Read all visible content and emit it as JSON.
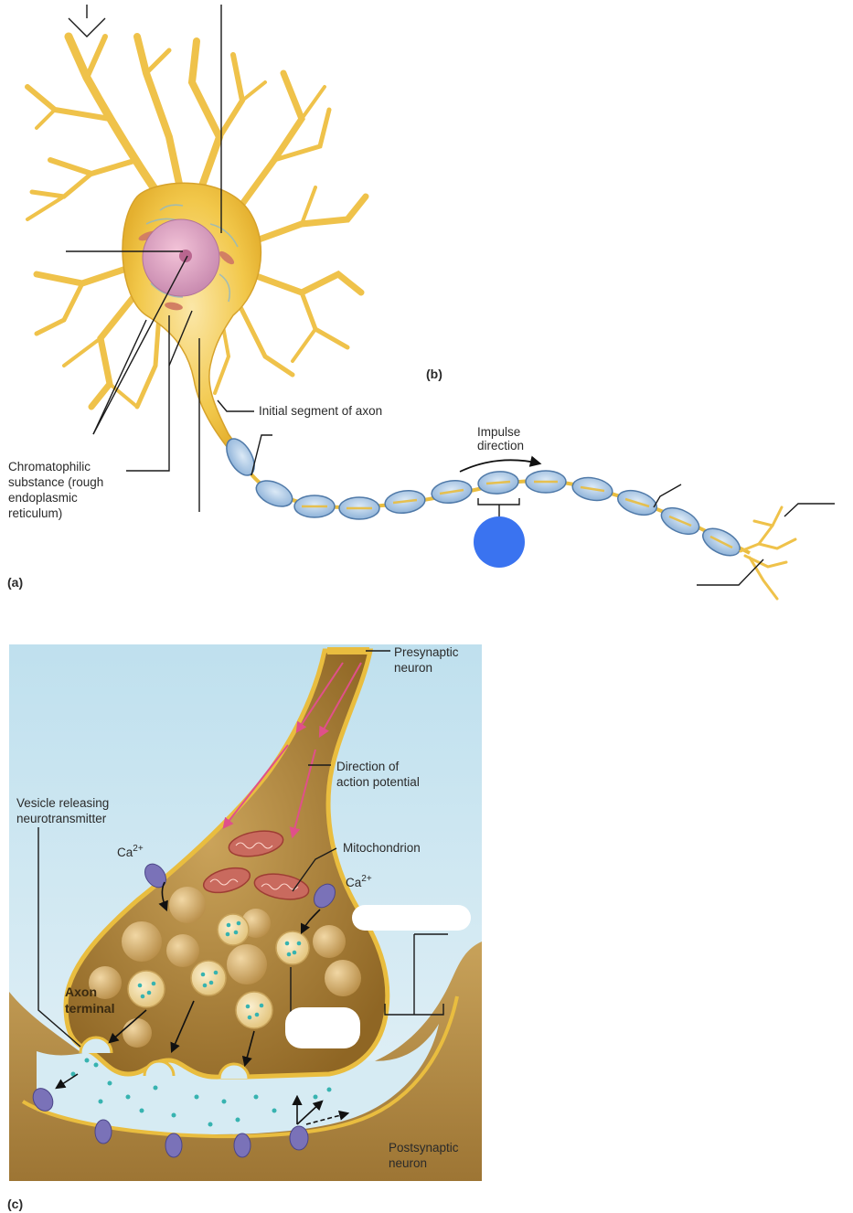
{
  "panel_labels": {
    "a": "(a)",
    "b": "(b)",
    "c": "(c)"
  },
  "labels": {
    "initial_segment": "Initial segment of axon",
    "impulse_line1": "Impulse",
    "impulse_line2": "direction",
    "chromatophilic_1": "Chromatophilic",
    "chromatophilic_2": "substance (rough",
    "chromatophilic_3": "endoplasmic",
    "chromatophilic_4": "reticulum)",
    "presynaptic_1": "Presynaptic",
    "presynaptic_2": "neuron",
    "direction_ap_1": "Direction of",
    "direction_ap_2": "action potential",
    "vesicle_1": "Vesicle releasing",
    "vesicle_2": "neurotransmitter",
    "ca_left": "Ca",
    "ca_right": "Ca",
    "ca_superscript": "2+",
    "mitochondrion": "Mitochondrion",
    "axon_terminal_1": "Axon",
    "axon_terminal_2": "terminal",
    "postsynaptic_1": "Postsynaptic",
    "postsynaptic_2": "neuron"
  },
  "colors": {
    "neuron_yellow": "#f2c84b",
    "neuron_outline": "#c9961e",
    "myelin_blue": "#a9c8e6",
    "myelin_outline": "#4f79a8",
    "marker_blue": "#3a73f0",
    "synapse_fluid": "#cfe4ef",
    "terminal_brown": "#b48a3e",
    "vesicle_tan": "#d9b774",
    "mito_red": "#b4544a",
    "receptor_purple": "#7a72b8",
    "nt_teal": "#37b3b0",
    "arrow_pink": "#e0508a"
  }
}
